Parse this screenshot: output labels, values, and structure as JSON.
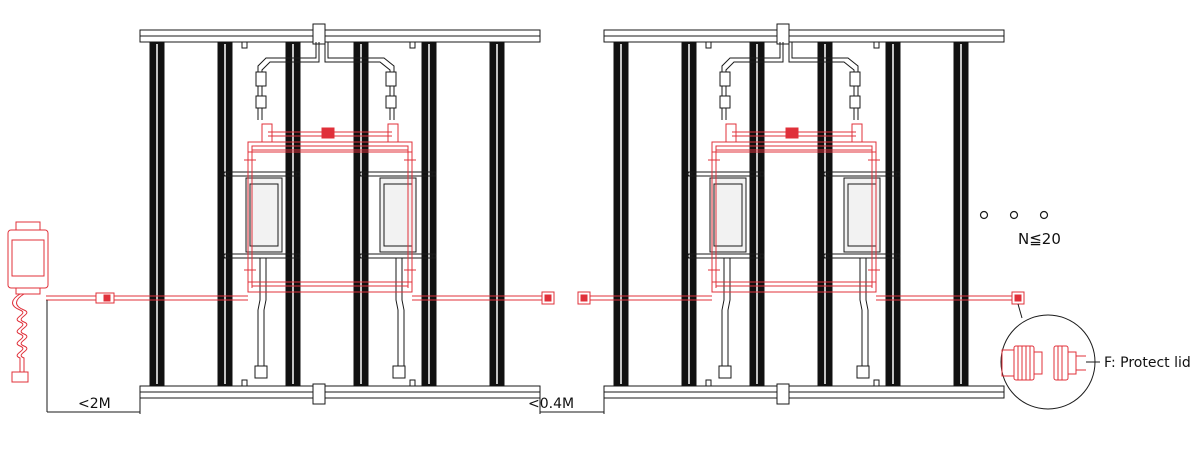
{
  "labels": {
    "controller_cable_length": "<2M",
    "link_cable_length": "<0.4M",
    "max_count": "N≦20",
    "protect_lid": "F: Protect lid"
  },
  "colors": {
    "line": "#1a1a1a",
    "cable": "#e0303a",
    "bar_fill": "#111111",
    "driver_fill": "#f2f2f2"
  },
  "fixtures": [
    {
      "name": "fixture-1",
      "bar_count": 6
    },
    {
      "name": "fixture-2",
      "bar_count": 6
    }
  ]
}
